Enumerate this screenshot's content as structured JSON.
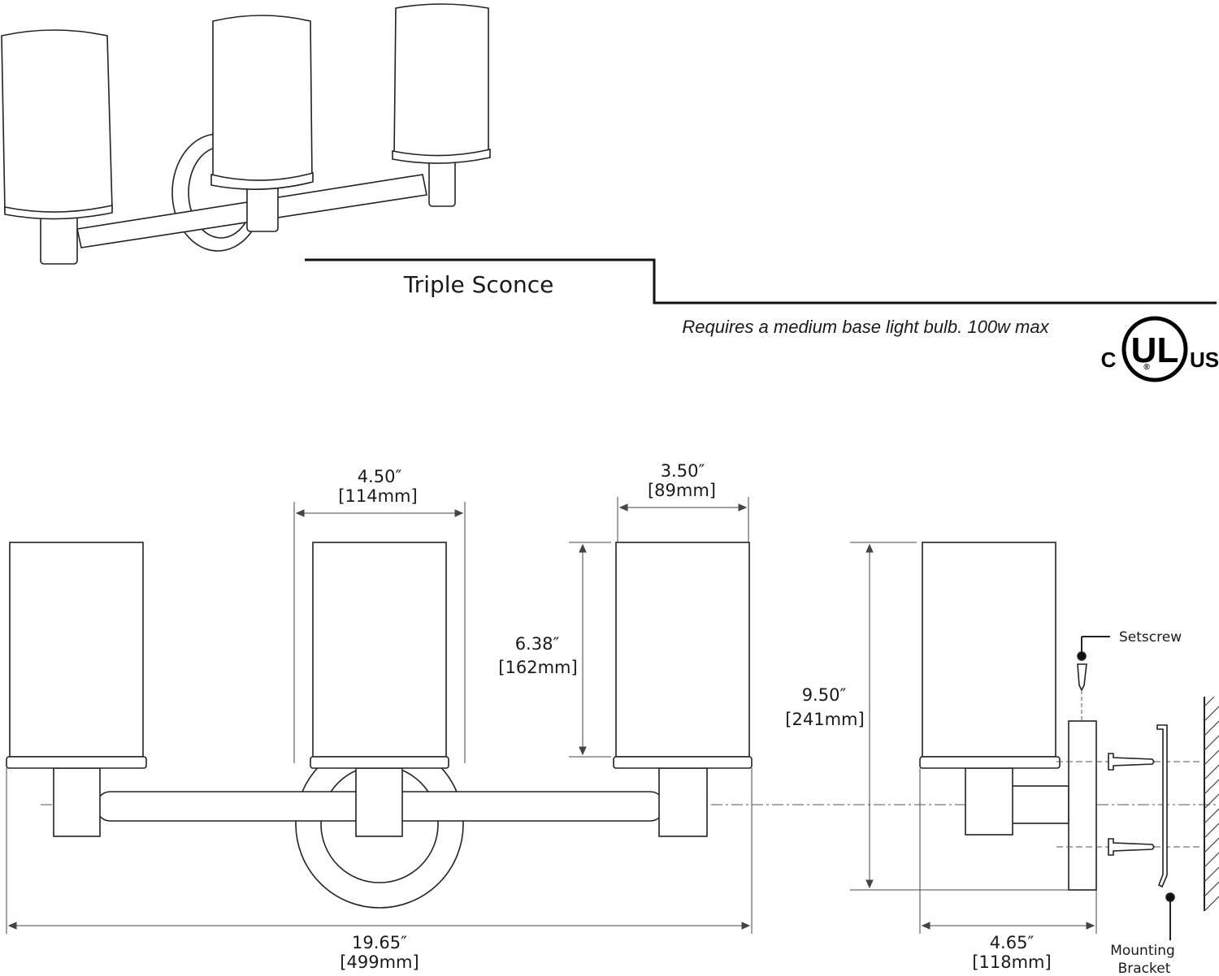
{
  "title": "Triple Sconce",
  "note": "Requires a medium base light bulb. 100w max",
  "certification": {
    "left": "C",
    "center": "UL",
    "right": "US",
    "registered": "®"
  },
  "dimensions": {
    "shade_width": {
      "inch": "4.50″",
      "mm": "[114mm]"
    },
    "shade_top_width": {
      "inch": "3.50″",
      "mm": "[89mm]"
    },
    "shade_height": {
      "inch": "6.38″",
      "mm": "[162mm]"
    },
    "overall_height": {
      "inch": "9.50″",
      "mm": "[241mm]"
    },
    "overall_width": {
      "inch": "19.65″",
      "mm": "[499mm]"
    },
    "extension": {
      "inch": "4.65″",
      "mm": "[118mm]"
    }
  },
  "parts": {
    "setscrew": "Setscrew",
    "bracket_line1": "Mounting",
    "bracket_line2": "Bracket"
  }
}
